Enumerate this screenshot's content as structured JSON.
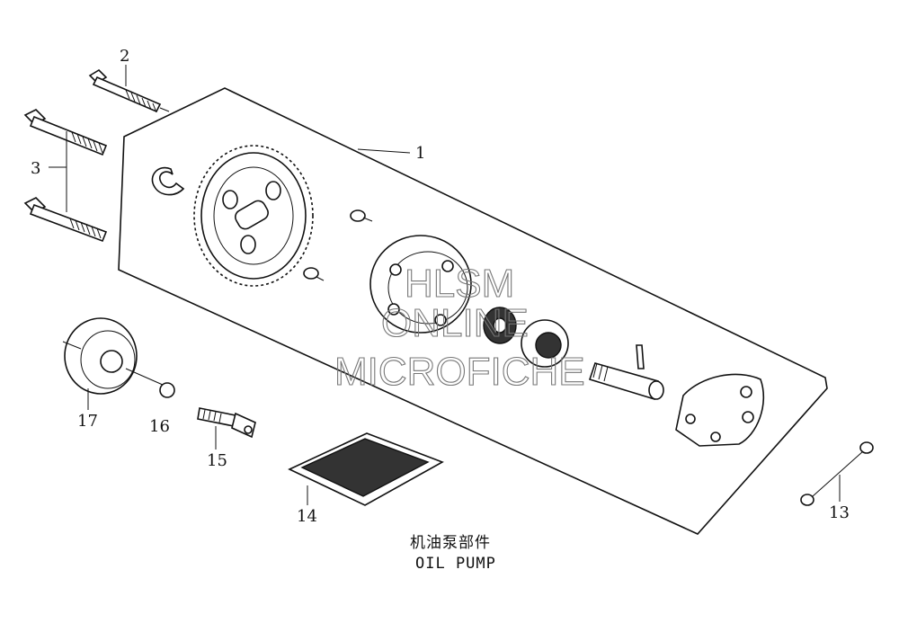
{
  "callouts": {
    "c1": "1",
    "c2": "2",
    "c3": "3",
    "c13": "13",
    "c14": "14",
    "c15": "15",
    "c16": "16",
    "c17": "17"
  },
  "caption": {
    "chinese": "机油泵部件",
    "english": "OIL PUMP"
  },
  "watermark": {
    "line1": "HLSM",
    "line2": "ONLINE",
    "line3": "MICROFICHE"
  }
}
